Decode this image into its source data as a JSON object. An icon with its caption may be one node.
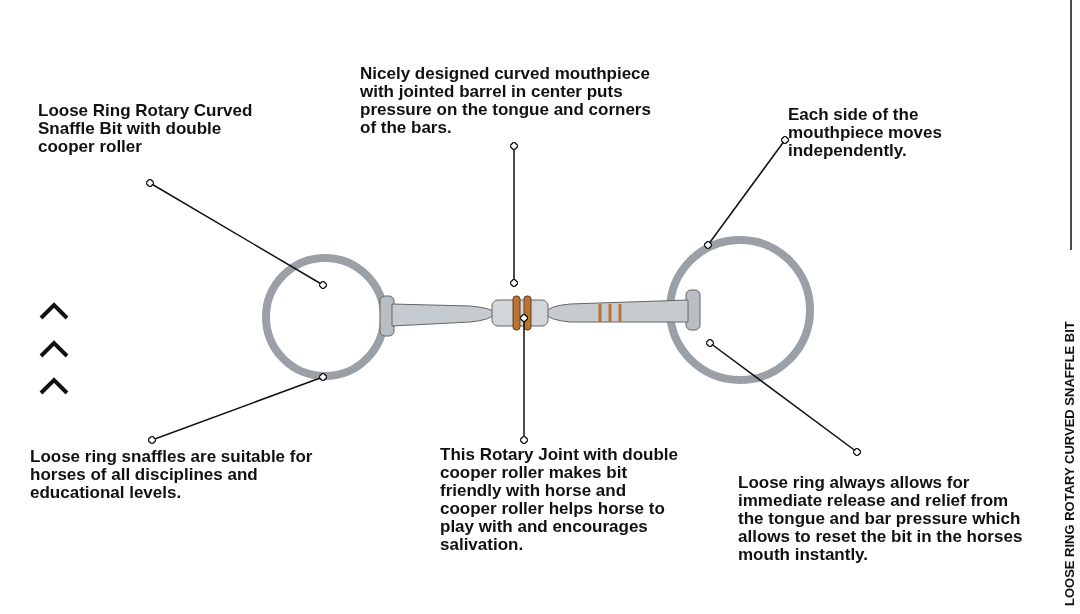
{
  "diagram": {
    "nodes": [
      {
        "text": [
          "Loose Ring Rotary Curved Snaffle Bit with double cooper roller"
        ]
      },
      {
        "text": [
          "Nicely designed curved mouthpiece with jointed barrel in center puts pressure on the tongue and corners of the bars."
        ]
      },
      {
        "text": [
          "Each side of the mouthpiece moves independently."
        ]
      },
      {
        "text": [
          "Loose ring snaffles are suitable for horses of all disciplines and educational levels."
        ]
      },
      {
        "text": [
          "This Rotary Joint with double cooper roller makes bit friendly with horse and cooper roller helps horse to play with and encourages salivation."
        ]
      },
      {
        "text": [
          "Loose ring always allows for immediate release and relief from the tongue and bar pressure which allows to reset the bit in the horses mouth instantly."
        ]
      }
    ],
    "edges": [
      {
        "from": 0,
        "to": null,
        "arrow": "other"
      },
      {
        "from": 1,
        "to": null,
        "arrow": "other"
      },
      {
        "from": 2,
        "to": null,
        "arrow": "other"
      },
      {
        "from": 3,
        "to": null,
        "arrow": "other"
      },
      {
        "from": 4,
        "to": null,
        "arrow": "other"
      },
      {
        "from": 5,
        "to": null,
        "arrow": "other"
      }
    ],
    "labels": [
      "LOOSE RING ROTARY CURVED SNAFFLE BIT"
    ]
  }
}
